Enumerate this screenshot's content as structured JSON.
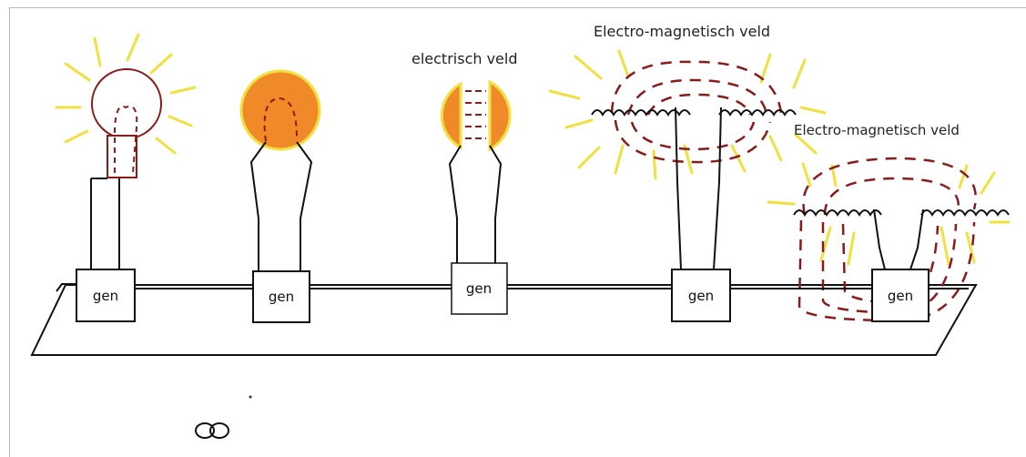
{
  "labels": {
    "electric_field": "electrisch veld",
    "em_field_top": "Electro-magnetisch veld",
    "em_field_right": "Electro-magnetisch veld"
  },
  "generators": [
    {
      "label": "gen"
    },
    {
      "label": "gen"
    },
    {
      "label": "gen"
    },
    {
      "label": "gen"
    },
    {
      "label": "gen"
    }
  ],
  "colors": {
    "wire": "#111111",
    "field_dash": "#8b1a1a",
    "glow": "#f0e040",
    "bulb_fill": "#f08a28",
    "bulb_outline": "#8b1a1a"
  }
}
